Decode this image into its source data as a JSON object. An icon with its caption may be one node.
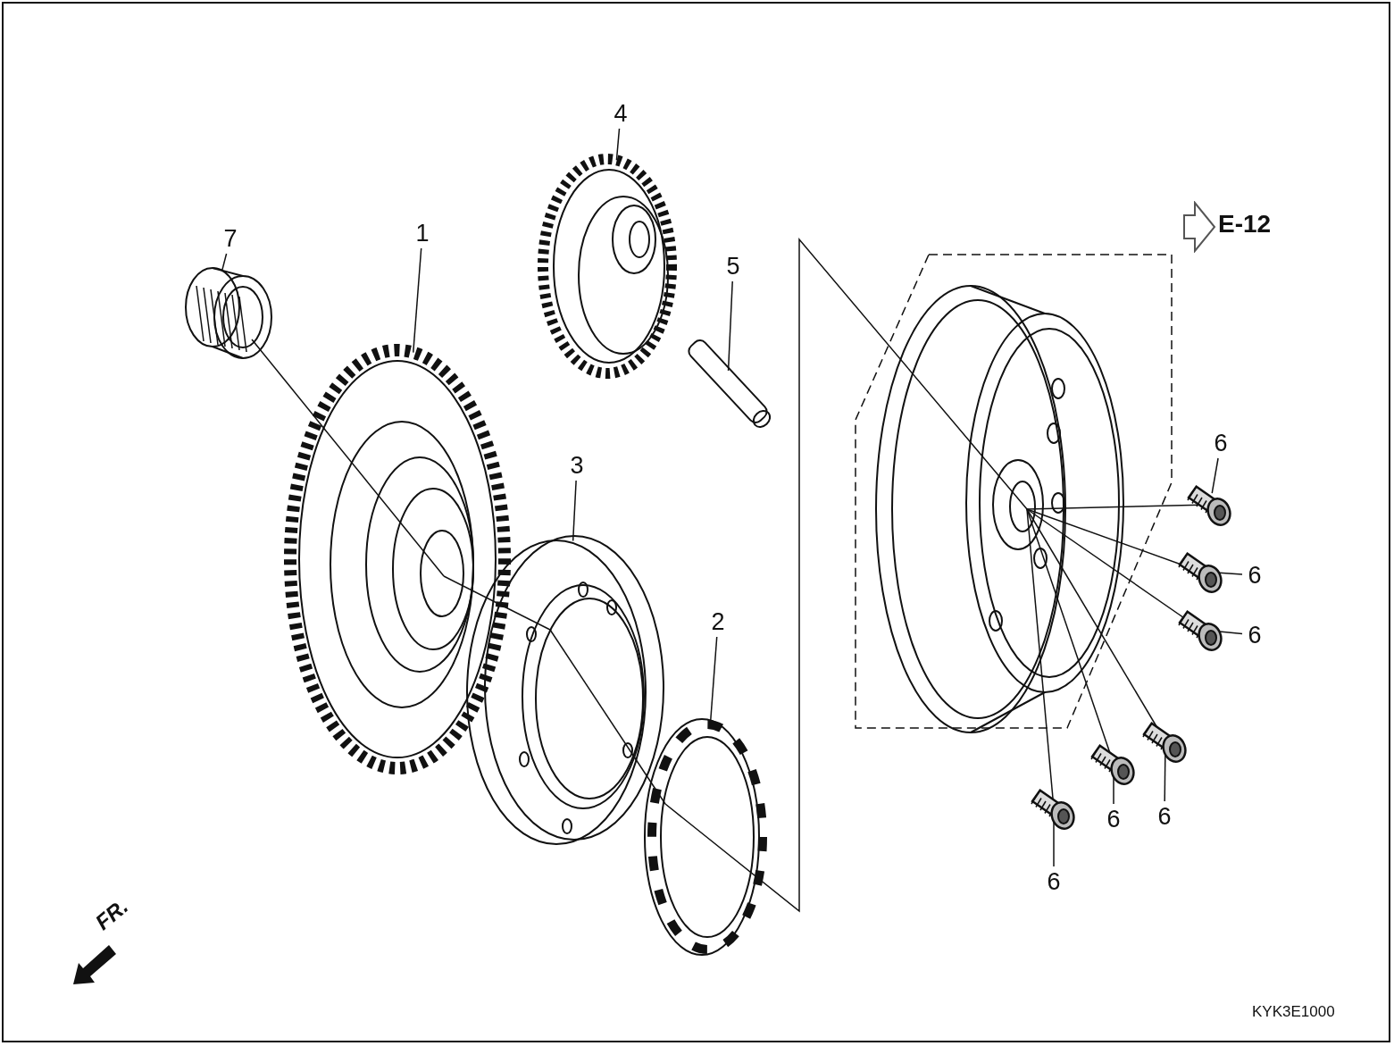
{
  "diagram": {
    "nodes": [
      {
        "text": [
          "7"
        ]
      },
      {
        "text": [],
        "shape": "picture"
      },
      {
        "text": [
          "1"
        ]
      },
      {
        "text": [],
        "shape": "picture"
      },
      {
        "text": [
          "4"
        ]
      },
      {
        "text": [],
        "shape": "picture"
      },
      {
        "text": [
          "5"
        ]
      },
      {
        "text": [],
        "shape": "picture"
      },
      {
        "text": [
          "3"
        ]
      },
      {
        "text": [],
        "shape": "picture"
      },
      {
        "text": [
          "2"
        ]
      },
      {
        "text": [],
        "shape": "picture"
      },
      {
        "text": [],
        "shape": "picture"
      },
      {
        "text": [
          "6"
        ]
      },
      {
        "text": [],
        "shape": "picture"
      },
      {
        "text": [
          "6"
        ]
      },
      {
        "text": [],
        "shape": "picture"
      },
      {
        "text": [
          "6"
        ]
      },
      {
        "text": [],
        "shape": "picture"
      },
      {
        "text": [
          "6"
        ]
      },
      {
        "text": [],
        "shape": "picture"
      },
      {
        "text": [
          "6"
        ]
      },
      {
        "text": [],
        "shape": "picture"
      },
      {
        "text": [
          "6"
        ]
      },
      {
        "text": [],
        "shape": "picture"
      }
    ],
    "edges": [
      {
        "from": 0,
        "to": 1,
        "arrow": "none"
      },
      {
        "from": 2,
        "to": 3,
        "arrow": "none"
      },
      {
        "from": 4,
        "to": 5,
        "arrow": "none"
      },
      {
        "from": 6,
        "to": 7,
        "arrow": "none"
      },
      {
        "from": 8,
        "to": 9,
        "arrow": "none"
      },
      {
        "from": 10,
        "to": 11,
        "arrow": "none"
      },
      {
        "from": 13,
        "to": 14,
        "arrow": "none"
      },
      {
        "from": 15,
        "to": 16,
        "arrow": "none"
      },
      {
        "from": 17,
        "to": 18,
        "arrow": "none"
      },
      {
        "from": 19,
        "to": 20,
        "arrow": "none"
      },
      {
        "from": 21,
        "to": 22,
        "arrow": "none"
      },
      {
        "from": 23,
        "to": 24,
        "arrow": "none"
      },
      {
        "from": 1,
        "to": 3,
        "arrow": "none"
      },
      {
        "from": 3,
        "to": 9,
        "arrow": "none"
      },
      {
        "from": 9,
        "to": 11,
        "arrow": "none"
      },
      {
        "from": 11,
        "to": 12,
        "arrow": "none"
      },
      {
        "from": 14,
        "to": 12,
        "arrow": "none"
      },
      {
        "from": 16,
        "to": 12,
        "arrow": "none"
      },
      {
        "from": 18,
        "to": 12,
        "arrow": "none"
      },
      {
        "from": 20,
        "to": 12,
        "arrow": "none"
      },
      {
        "from": 22,
        "to": 12,
        "arrow": "none"
      },
      {
        "from": 24,
        "to": 12,
        "arrow": "none"
      }
    ],
    "labels": [
      "E-12",
      "FR.",
      "KYK3E1000"
    ]
  }
}
